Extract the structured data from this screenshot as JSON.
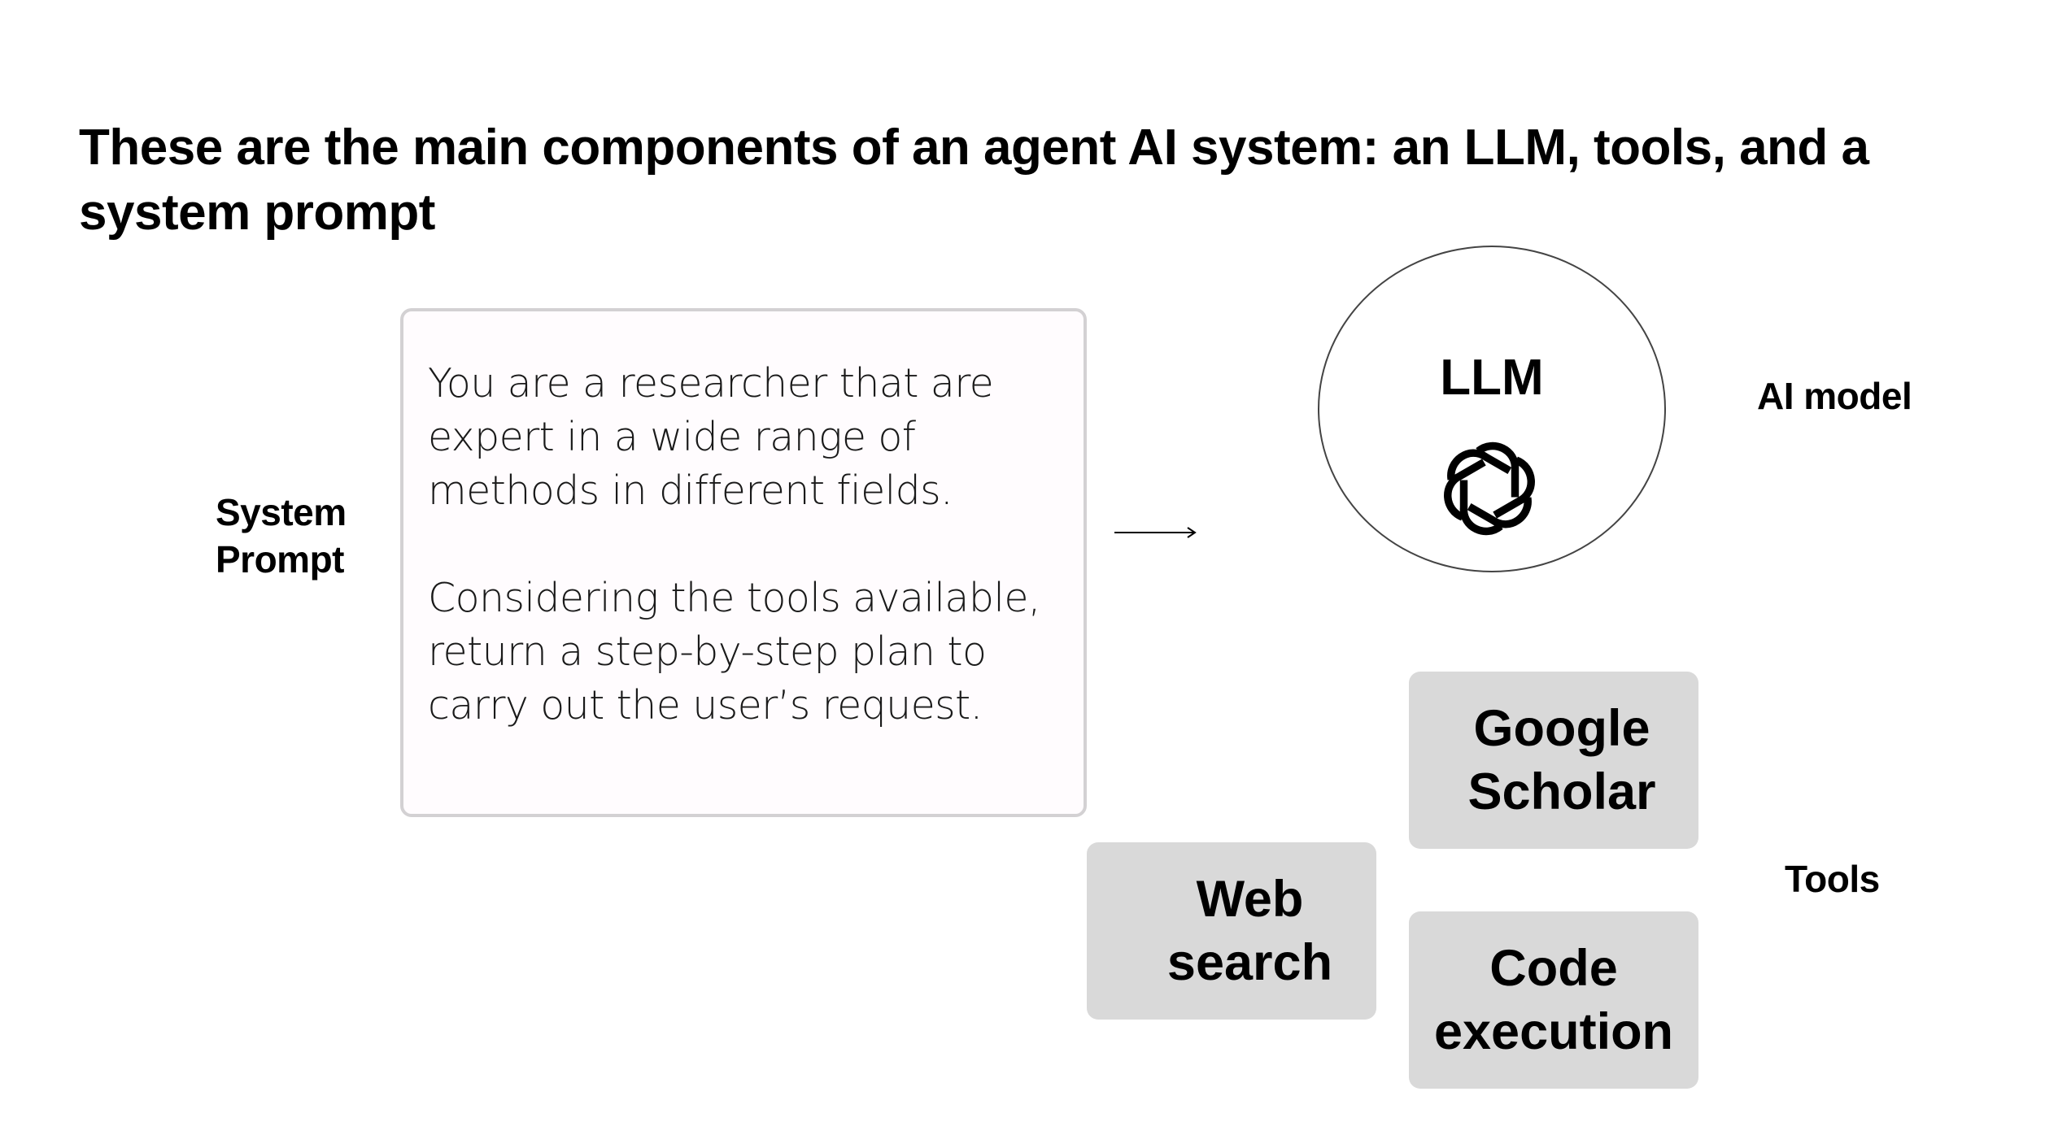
{
  "title": "These are the main components of an agent AI system: an LLM, tools, and a system prompt",
  "labels": {
    "system_prompt": "System\nPrompt",
    "ai_model": "AI model",
    "tools": "Tools"
  },
  "system_prompt_box": {
    "paragraph_1": "You are a researcher that are expert in a wide range of methods in different fields.",
    "paragraph_2": "Considering the tools available, return a step-by-step plan to carry out the user’s request."
  },
  "llm": {
    "title": "LLM",
    "icon": "openai-logo-icon"
  },
  "tool_boxes": {
    "google_scholar": "Google\nScholar",
    "web_search": "Web\nsearch",
    "code_execution": "Code\nexecution"
  },
  "colors": {
    "prompt_box_border": "#d3d1d3",
    "prompt_box_fill": "#fffcfe",
    "tool_box_fill": "#d9d9d9",
    "text": "#000000"
  }
}
